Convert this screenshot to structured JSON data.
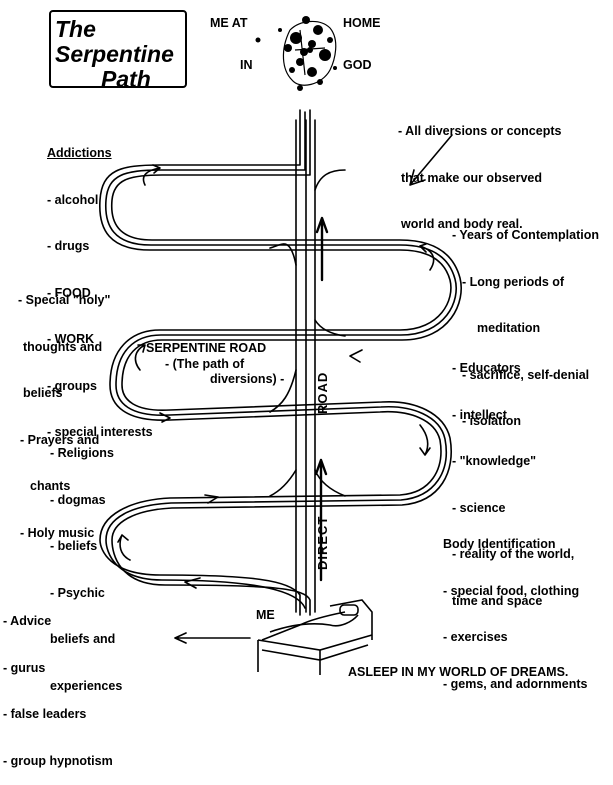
{
  "title": {
    "line1": "The",
    "line2": "Serpentine",
    "line3": "Path"
  },
  "top": {
    "me_at": "ME AT",
    "home": "HOME",
    "in": "IN",
    "god": "GOD"
  },
  "diversions_note": [
    "- All diversions or concepts",
    "that make our observed",
    "world and body real."
  ],
  "addictions": {
    "heading": "Addictions",
    "items": [
      "- alcohol",
      "- drugs",
      "- FOOD",
      "- WORK",
      "- groups",
      "- special interests"
    ]
  },
  "contemplation": [
    "- Years of Contemplation",
    "- Long periods of",
    "meditation",
    "- sacrifice, self-denial",
    "- isolation"
  ],
  "holy": [
    "- Special \"holy\"",
    "thoughts and",
    "beliefs",
    "- Prayers and",
    "chants",
    "- Holy music"
  ],
  "serpentine_road": {
    "label": "SERPENTINE ROAD",
    "sub1": "- (The path of",
    "sub2": "diversions) -"
  },
  "educators": [
    "- Educators",
    "- intellect",
    "- \"knowledge\"",
    "- science",
    "- reality of the world,",
    "time and space"
  ],
  "religions": [
    "- Religions",
    "- dogmas",
    "- beliefs",
    "- Psychic",
    "beliefs and",
    "experiences"
  ],
  "body": [
    "Body Identification",
    "- special food, clothing",
    "- exercises",
    "- gems, and adornments"
  ],
  "advice": [
    "- Advice",
    "- gurus",
    "- false leaders",
    "- group hypnotism"
  ],
  "road_label": "ROAD",
  "direct_label": "DIRECT",
  "me_label": "ME",
  "asleep_label": "ASLEEP IN MY WORLD OF DREAMS."
}
